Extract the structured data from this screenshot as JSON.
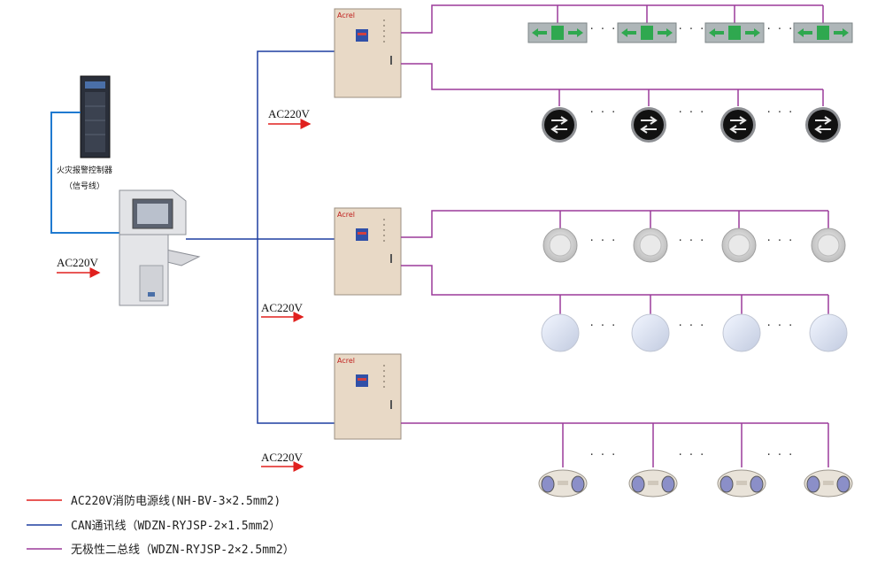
{
  "labels": {
    "fire_alarm_line1": "火灾报警控制器",
    "fire_alarm_line2": "（信号线）",
    "ac_left": "AC220V",
    "ac_box1": "AC220V",
    "ac_box2": "AC220V",
    "ac_box3": "AC220V",
    "ellipsis": "· · ·"
  },
  "legend": [
    {
      "text": "AC220V消防电源线(NH-BV-3×2.5mm2)",
      "color": "#e0201e"
    },
    {
      "text": "CAN通讯线（WDZN-RYJSP-2×1.5mm2）",
      "color": "#1f3fa0"
    },
    {
      "text": "无极性二总线（WDZN-RYJSP-2×2.5mm2）",
      "color": "#9b3a9a"
    }
  ],
  "colors": {
    "power": "#e0201e",
    "can": "#1f3fa0",
    "bus": "#9b3a9a",
    "cabinet": "#e8d9c6"
  },
  "icons": {
    "exit_sign": "exit-sign-icon",
    "direction_light": "direction-light-icon",
    "ceiling_light": "ceiling-light-icon",
    "globe_light": "globe-light-icon",
    "dual_head_light": "dual-head-emergency-light-icon"
  }
}
